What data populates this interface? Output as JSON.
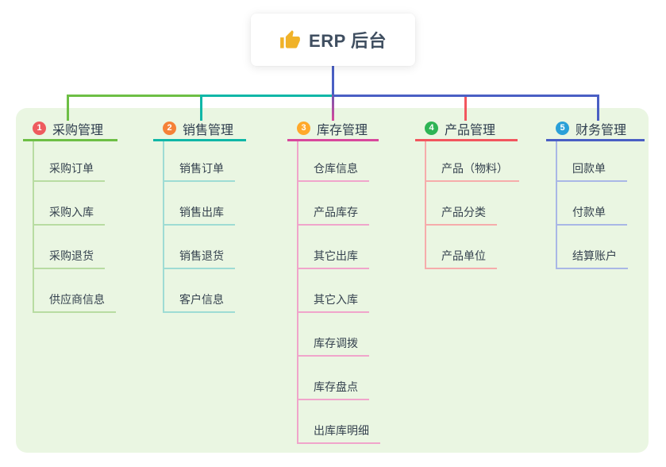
{
  "root": {
    "label": "ERP 后台",
    "icon": "thumbs-up-icon",
    "icon_color": "#f0b229",
    "stem_color": "#4a5fc4"
  },
  "panel": {
    "bg": "#eaf6e2"
  },
  "branches": [
    {
      "num": "1",
      "label": "采购管理",
      "badge_color": "#ee5b5e",
      "line_color": "#6dbf45",
      "light_color": "#b8dca2",
      "children": [
        "采购订单",
        "采购入库",
        "采购退货",
        "供应商信息"
      ]
    },
    {
      "num": "2",
      "label": "销售管理",
      "badge_color": "#f58138",
      "line_color": "#10b7a7",
      "light_color": "#9edcd4",
      "children": [
        "销售订单",
        "销售出库",
        "销售退货",
        "客户信息"
      ]
    },
    {
      "num": "3",
      "label": "库存管理",
      "badge_color": "#ffa92b",
      "line_color": "#d8489c",
      "drop_top_color": "#7457ae",
      "light_color": "#f0a5cb",
      "children": [
        "仓库信息",
        "产品库存",
        "其它出库",
        "其它入库",
        "库存调拨",
        "库存盘点",
        "出库库明细"
      ]
    },
    {
      "num": "4",
      "label": "产品管理",
      "badge_color": "#2eb454",
      "line_color": "#f2565e",
      "light_color": "#f6acab",
      "children": [
        "产品（物料）",
        "产品分类",
        "产品单位"
      ]
    },
    {
      "num": "5",
      "label": "财务管理",
      "badge_color": "#2aa0d8",
      "line_color": "#4a5fc4",
      "light_color": "#a9b7e6",
      "children": [
        "回款单",
        "付款单",
        "结算账户"
      ]
    }
  ]
}
